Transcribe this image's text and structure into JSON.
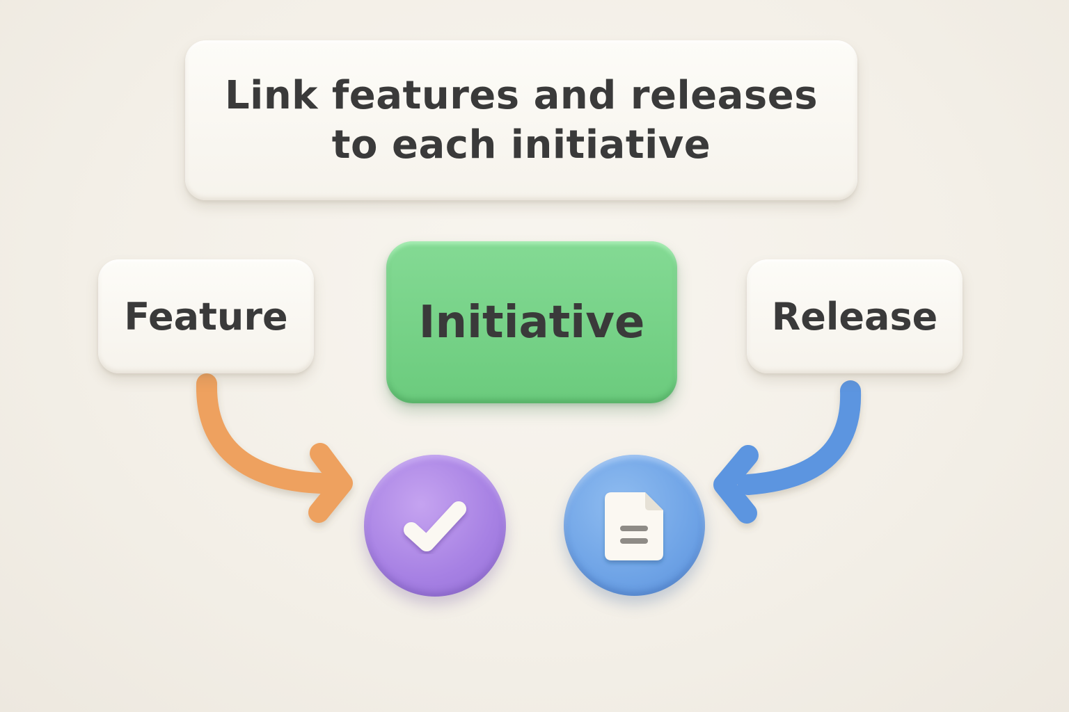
{
  "title": "Link features and releases to each initiative",
  "feature_label": "Feature",
  "initiative_label": "Initiative",
  "release_label": "Release",
  "icons": {
    "check": "check-icon",
    "document": "document-icon"
  },
  "colors": {
    "initiative": "#6bcb7d",
    "feature_arrow": "#eea15f",
    "release_arrow": "#5b95e0",
    "check_circle": "#a680e3",
    "doc_circle": "#6ea3e6",
    "text": "#3a3a3a"
  }
}
